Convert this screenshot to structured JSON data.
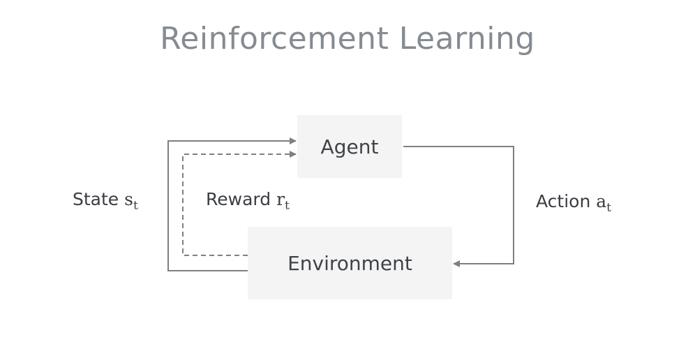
{
  "title": "Reinforcement Learning",
  "nodes": {
    "agent": "Agent",
    "environment": "Environment"
  },
  "edges": {
    "state": {
      "text": "State",
      "symbol": "s",
      "subscript": "t"
    },
    "reward": {
      "text": "Reward",
      "symbol": "r",
      "subscript": "t"
    },
    "action": {
      "text": "Action",
      "symbol": "a",
      "subscript": "t"
    }
  },
  "colors": {
    "title": "#858b92",
    "box_fill": "#f4f4f4",
    "arrow": "#7b7f86",
    "text": "#3a3d42"
  }
}
